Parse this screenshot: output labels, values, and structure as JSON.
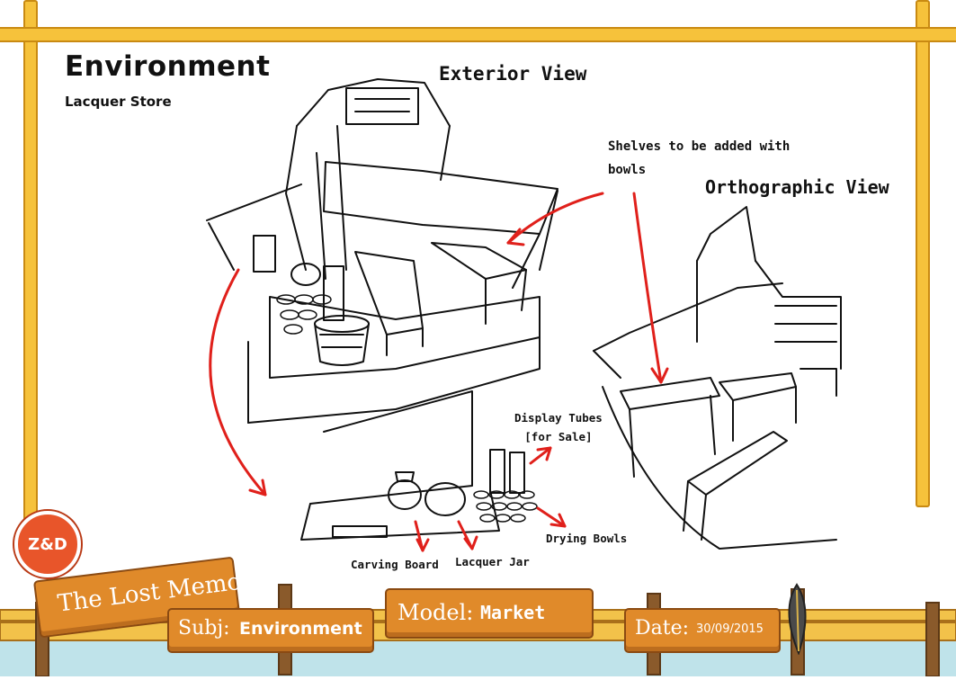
{
  "page": {
    "title": "Environment",
    "subtitle": "Lacquer Store",
    "logo_text": "Z&D"
  },
  "views": {
    "exterior": "Exterior View",
    "orthographic": "Orthographic View"
  },
  "annotations": {
    "shelves_line1": "Shelves to be added with",
    "shelves_line2": "bowls",
    "display_tubes": "Display Tubes",
    "for_sale": "[for Sale]",
    "drying_bowls": "Drying Bowls",
    "carving_board": "Carving Board",
    "lacquer_jar": "Lacquer Jar"
  },
  "footer": {
    "project_title": "The Lost Memory",
    "subj_label": "Subj:",
    "subj_value": "Environment",
    "model_label": "Model:",
    "model_value": "Market",
    "date_label": "Date:",
    "date_value": "30/09/2015"
  },
  "colors": {
    "frame_yellow": "#f6c23b",
    "plank_orange": "#e08a2a",
    "annotation_red": "#e0201b",
    "logo_red": "#e8552a"
  }
}
